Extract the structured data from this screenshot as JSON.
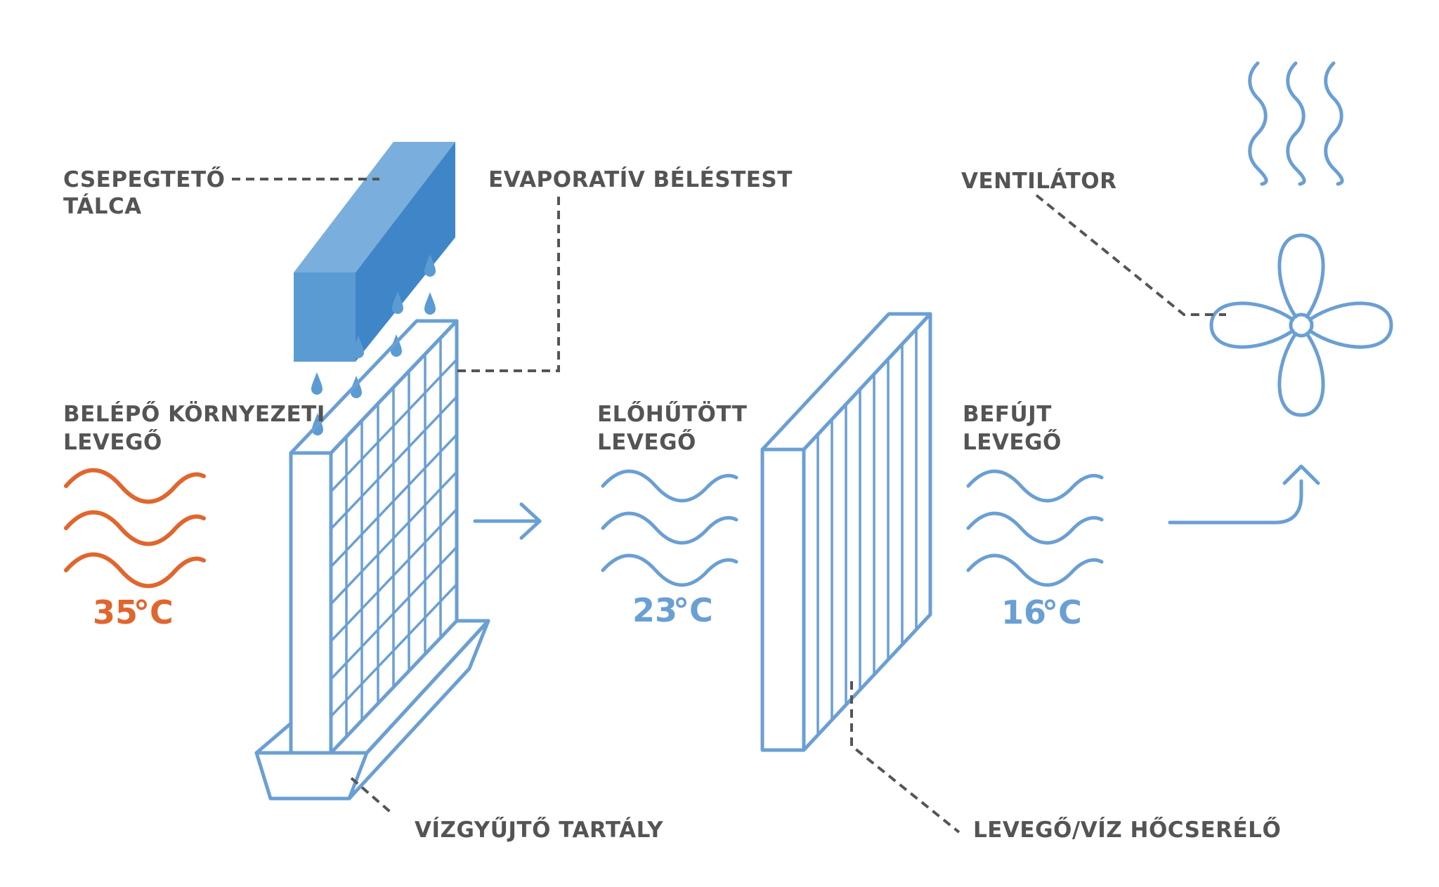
{
  "labels": {
    "drip_tray_line1": "CSEPEGTETŐ",
    "drip_tray_line2": "TÁLCA",
    "evaporative_media": "EVAPORATÍV BÉLÉSTEST",
    "fan": "VENTILÁTOR",
    "incoming_line1": "BELÉPŐ KÖRNYEZETI",
    "incoming_line2": "LEVEGŐ",
    "precooled_line1": "ELŐHŰTÖTT",
    "precooled_line2": "LEVEGŐ",
    "supply_line1": "BEFÚJT",
    "supply_line2": "LEVEGŐ",
    "water_tank": "VÍZGYŰJTŐ TARTÁLY",
    "heat_exchanger": "LEVEGŐ/VÍZ HŐCSERÉLŐ"
  },
  "temperatures": {
    "incoming": {
      "value": "35",
      "unit": "°C"
    },
    "precooled": {
      "value": "23",
      "unit": "°C"
    },
    "supply": {
      "value": "16",
      "unit": "°C"
    }
  },
  "colors": {
    "warm": "#e0662e",
    "cool": "#6a9fd4",
    "tray_fill": "#5b9bd3",
    "text": "#545454"
  }
}
